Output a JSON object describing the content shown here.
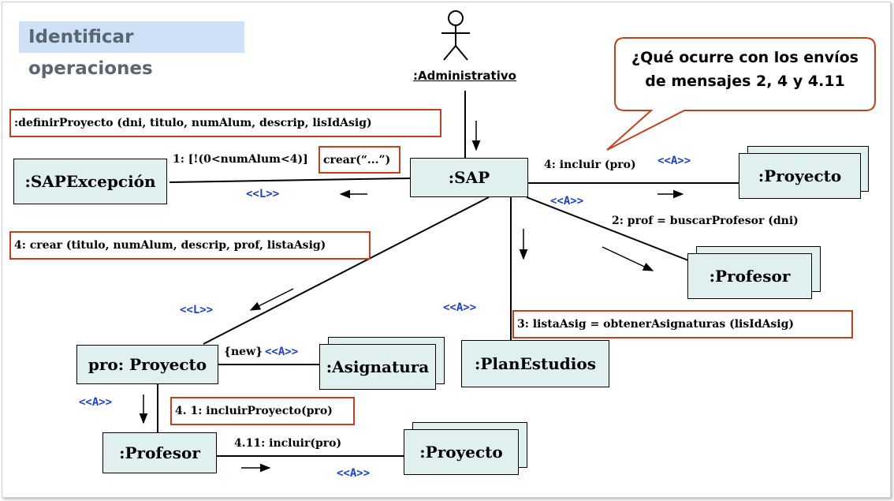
{
  "title": "Identificar operaciones",
  "actor": {
    "name": ":Administrativo"
  },
  "callout": {
    "line1": "¿Qué ocurre con los envíos",
    "line2": "de mensajes 2, 4 y 4.11"
  },
  "objects": {
    "sap": ":SAP",
    "sap_excepcion": ":SAPExcepción",
    "proyecto_multi": ":Proyecto",
    "profesor_multi": ":Profesor",
    "plan_estudios": ":PlanEstudios",
    "pro_proyecto": "pro: Proyecto",
    "asignatura_multi": ":Asignatura",
    "profesor": ":Profesor",
    "proyecto_multi_2": ":Proyecto"
  },
  "messages": {
    "definir_proyecto": ":definirProyecto (dni, titulo, numAlum, descrip,  lisIdAsig)",
    "guard": "1: [!(0<numAlum<4)]",
    "crear_exception": "crear(“...”)",
    "incluir": "4: incluir (pro)",
    "buscar_profesor": "2: prof = buscarProfesor (dni)",
    "crear": "4: crear (titulo, numAlum, descrip, prof, listaAsig)",
    "obtener_asignaturas": "3: listaAsig = obtenerAsignaturas (lisIdAsig)",
    "new": "{new}",
    "incluir_proyecto": "4. 1: incluirProyecto(pro)",
    "incluir_4_11": "4.11: incluir(pro)"
  },
  "stereotypes": {
    "sap_to_excepcion": "<<L>>",
    "sap_to_proyecto": "<<A>>",
    "sap_to_profesor": "<<A>>",
    "sap_to_pro": "<<L>>",
    "sap_to_plan": "<<A>>",
    "pro_to_asignatura": "<<A>>",
    "pro_to_profesor": "<<A>>",
    "profesor_to_proyecto": "<<A>>"
  },
  "colors": {
    "object_fill": "#dff0ef",
    "highlight_border": "#c2401c",
    "stereotype": "#1a3fd0",
    "title_bg": "#cfe1f6",
    "title_text": "#5a6572"
  }
}
